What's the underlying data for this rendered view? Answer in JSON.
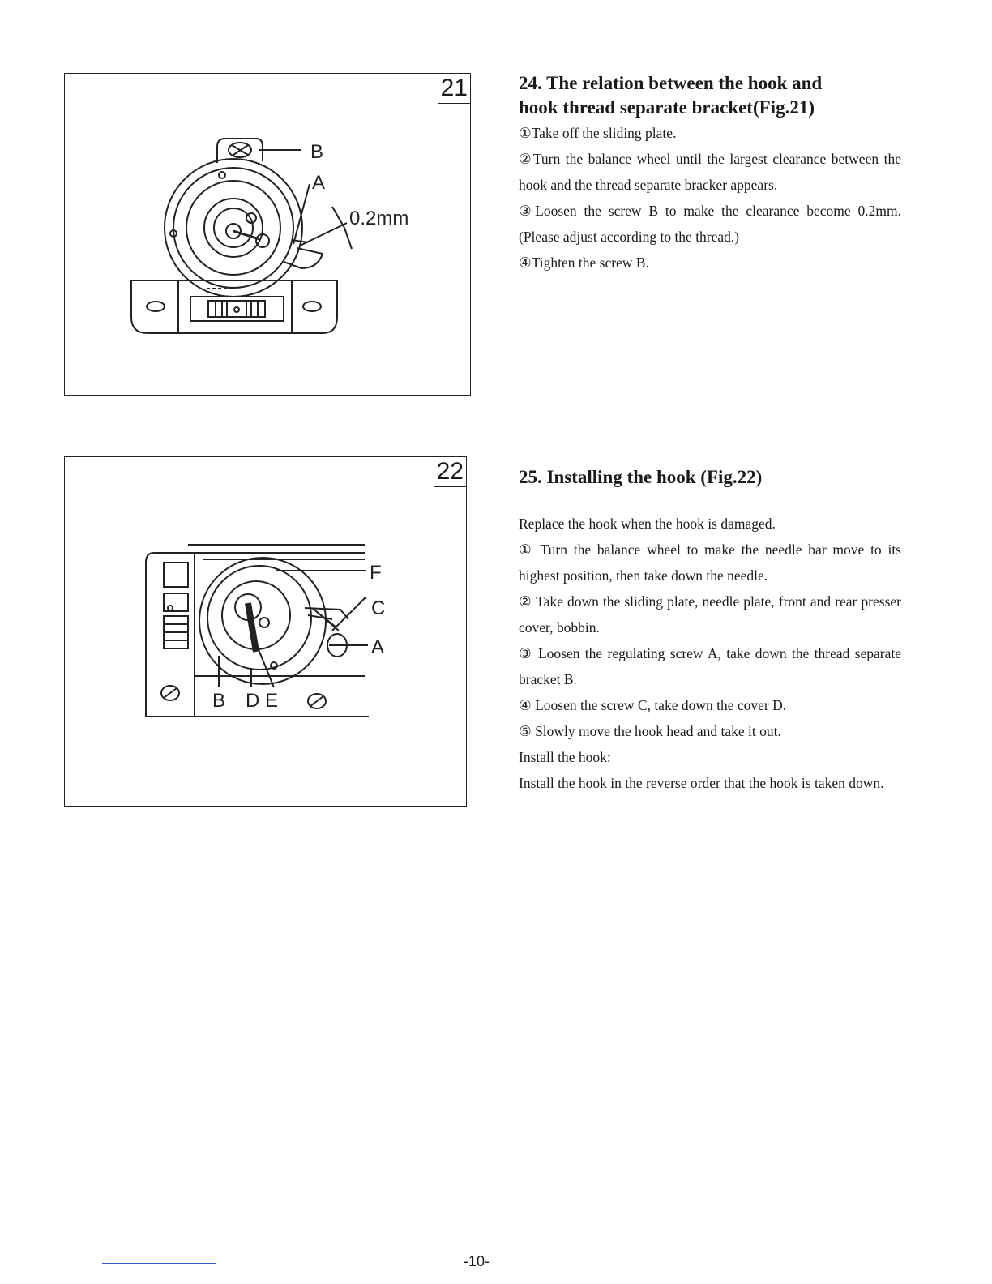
{
  "figure21": {
    "number": "21",
    "labels": {
      "b": "B",
      "a": "A",
      "gap": "0.2mm"
    }
  },
  "figure22": {
    "number": "22",
    "labels": {
      "f": "F",
      "c": "C",
      "a": "A",
      "b": "B",
      "de": "D E"
    }
  },
  "section24": {
    "title_line1": "24. The relation between the hook and",
    "title_line2": "hook thread separate bracket(Fig.21)",
    "steps": [
      "①Take off the sliding plate.",
      "②Turn the balance wheel until the largest clearance between the hook and the thread separate bracker appears.",
      "③Loosen the screw B to make the clearance become 0.2mm.(Please adjust according to the thread.)",
      "④Tighten the screw B."
    ]
  },
  "section25": {
    "title": "25. Installing the hook (Fig.22)",
    "paragraphs": [
      "Replace the hook when the hook is damaged.",
      "① Turn the balance wheel to make the needle bar move to its highest position, then take down the needle.",
      "② Take down the sliding plate, needle plate, front and rear presser cover, bobbin.",
      "③ Loosen the regulating screw A, take down the thread separate bracket B.",
      "④ Loosen the screw C, take down the cover D.",
      "⑤ Slowly move the hook head and take it out.",
      "Install the hook:",
      "Install the hook in the reverse order that the hook is taken down."
    ]
  },
  "page_number": "-10-"
}
